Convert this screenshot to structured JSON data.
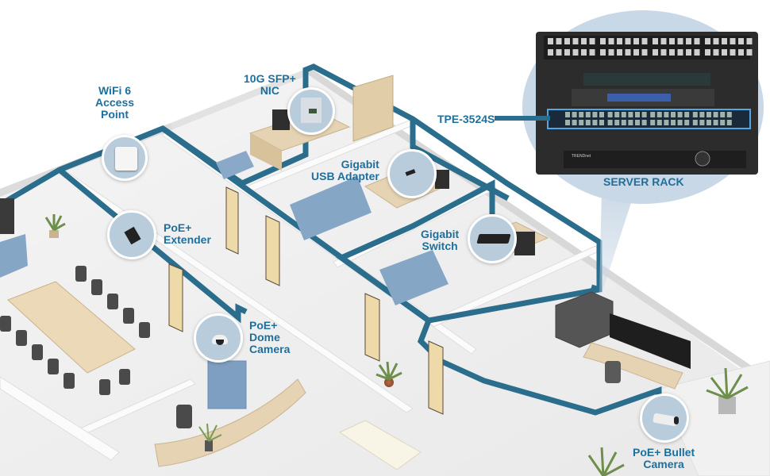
{
  "diagram": {
    "title": "Office network deployment",
    "colors": {
      "cable": "#2a6d8c",
      "label": "#1f6f9c",
      "bubble_fill": "#b9ccdc",
      "rack_callout": "#c9d8e6",
      "floor": "#efefef",
      "wall": "#f7f7f7",
      "cabinet_blue": "#7f9fc2",
      "wood": "#e6d3b3",
      "chair": "#4a4a4a"
    },
    "callouts": [
      {
        "id": "wifi-ap",
        "lines": [
          "WiFi 6",
          "Access",
          "Point"
        ],
        "icon": "access-point-icon"
      },
      {
        "id": "sfp-nic",
        "lines": [
          "10G SFP+",
          "NIC"
        ],
        "icon": "network-card-icon"
      },
      {
        "id": "usb-adapter",
        "lines": [
          "Gigabit",
          "USB Adapter"
        ],
        "icon": "usb-adapter-icon"
      },
      {
        "id": "gigabit-switch",
        "lines": [
          "Gigabit",
          "Switch"
        ],
        "icon": "switch-icon"
      },
      {
        "id": "poe-extender",
        "lines": [
          "PoE+",
          "Extender"
        ],
        "icon": "poe-extender-icon"
      },
      {
        "id": "dome-camera",
        "lines": [
          "PoE+",
          "Dome",
          "Camera"
        ],
        "icon": "dome-camera-icon"
      },
      {
        "id": "bullet-camera",
        "lines": [
          "PoE+ Bullet",
          "Camera"
        ],
        "icon": "bullet-camera-icon"
      }
    ],
    "server_rack": {
      "label": "SERVER RACK",
      "highlighted_device": "TPE-3524S",
      "brand_plate": "TRENDnet"
    }
  }
}
